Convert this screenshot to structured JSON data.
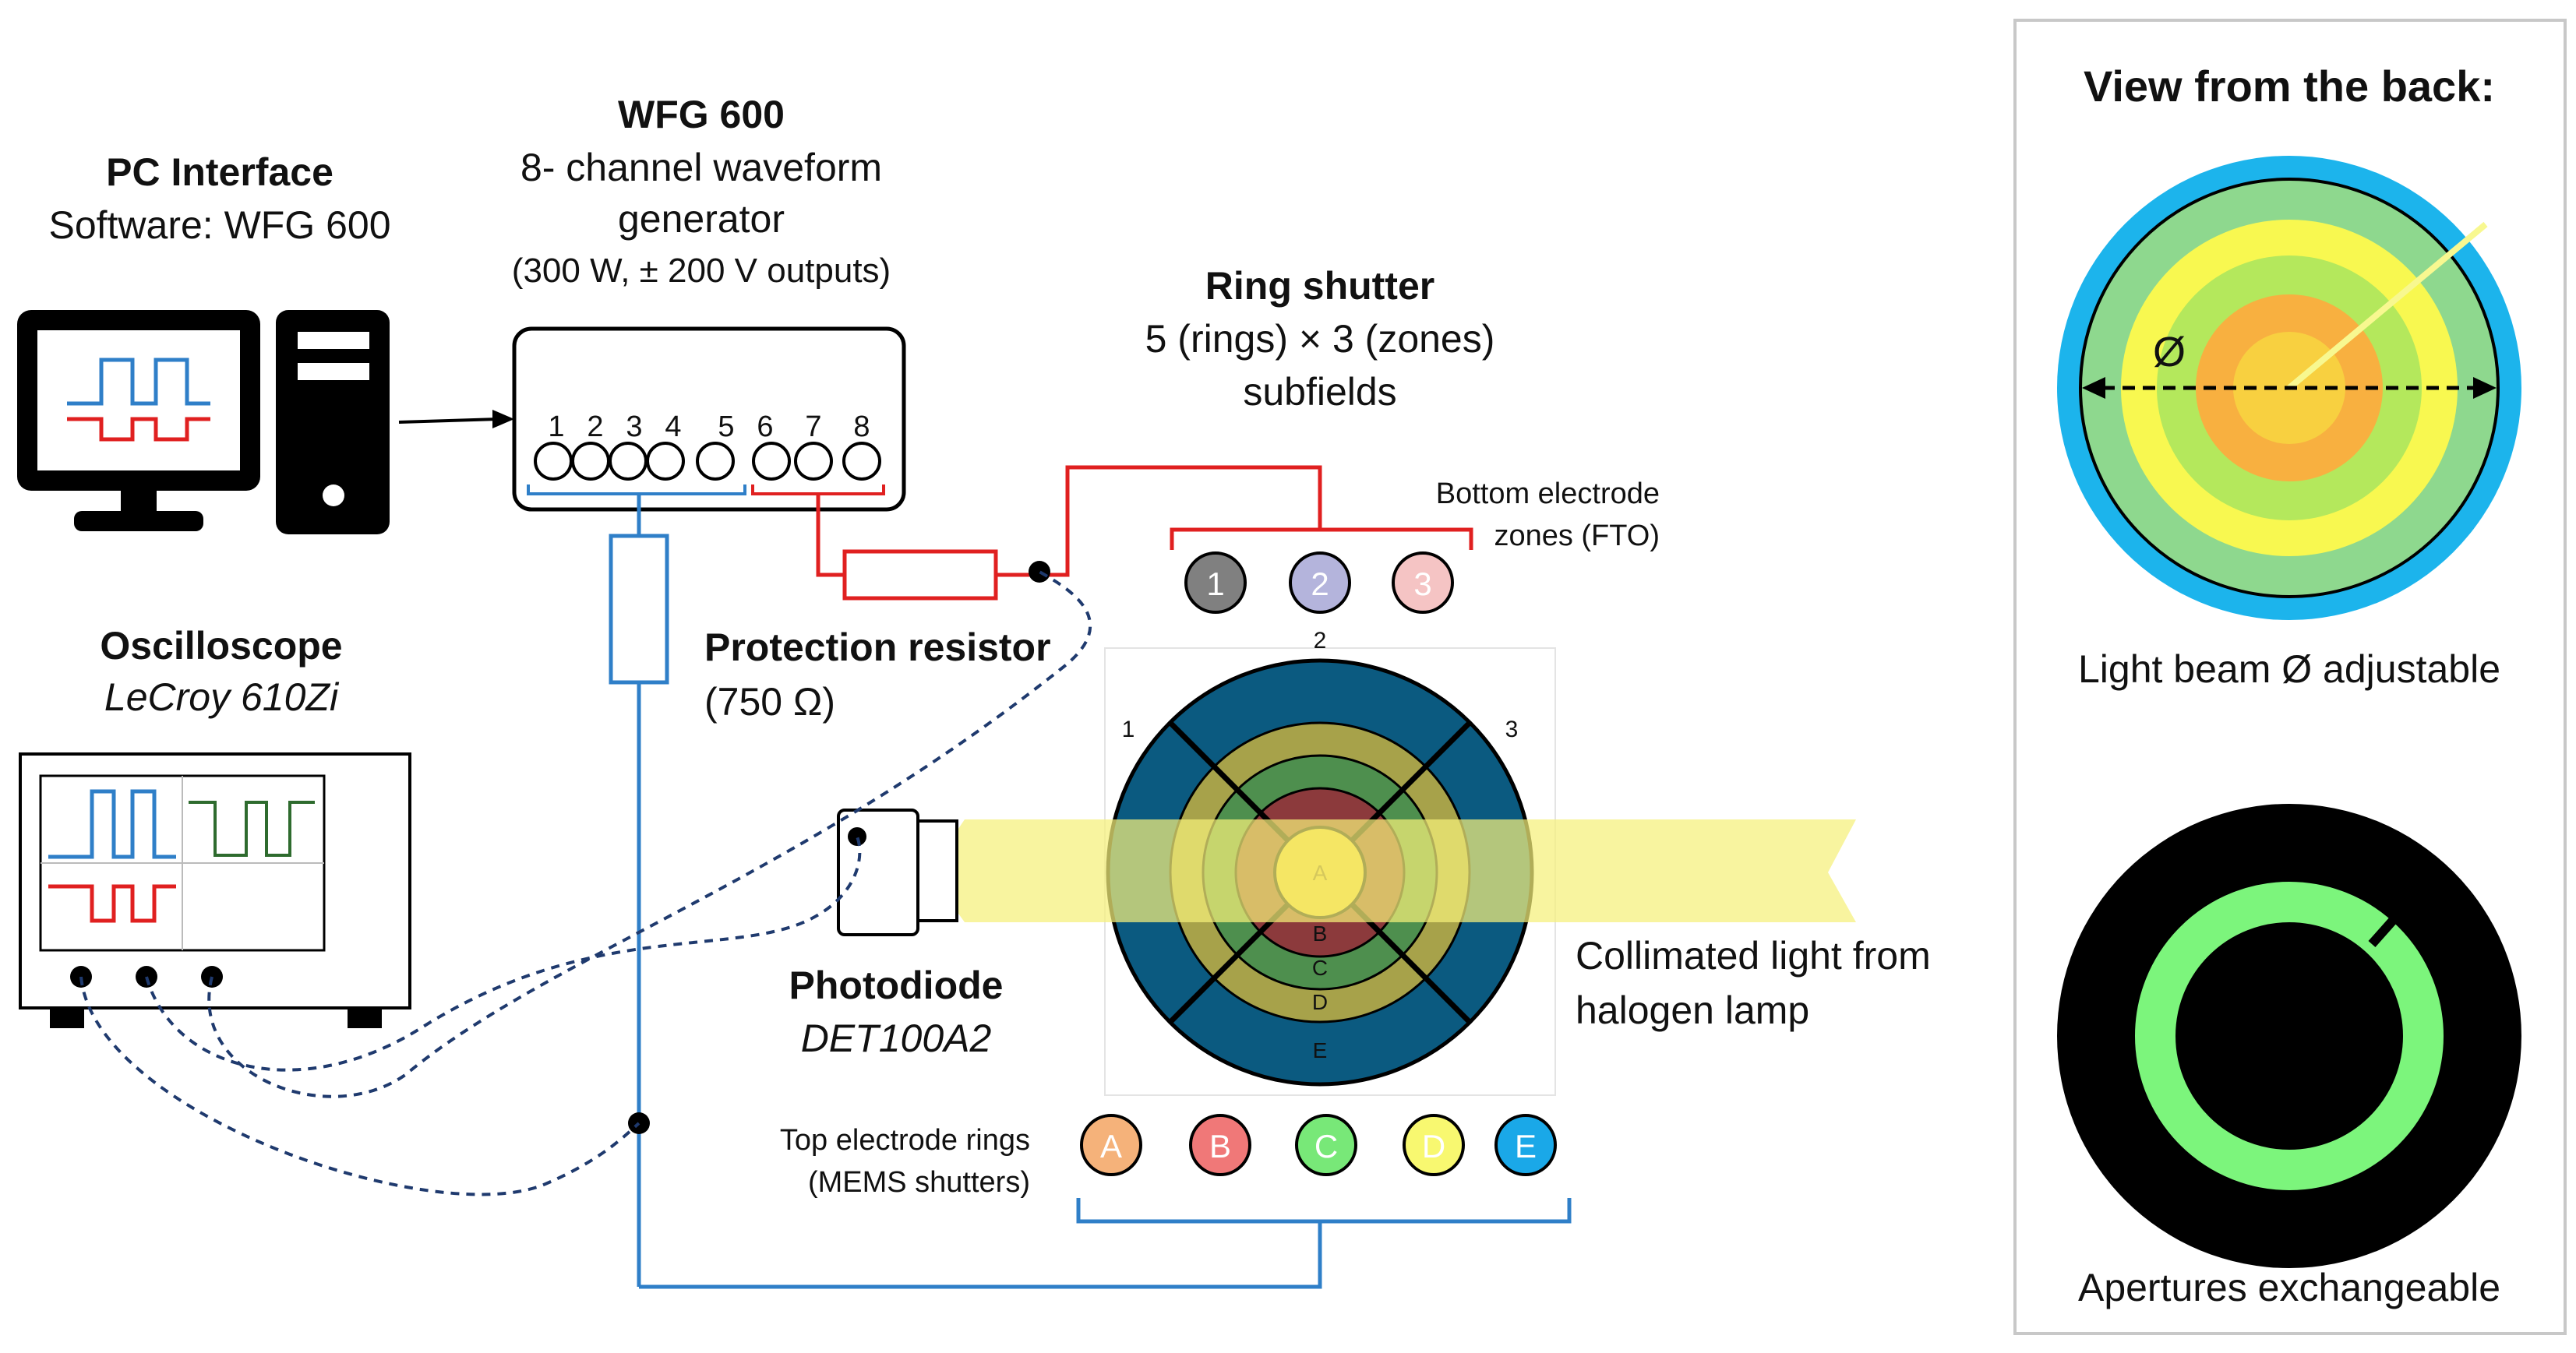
{
  "pc": {
    "title": "PC Interface",
    "subtitle": "Software: WFG 600"
  },
  "wfg": {
    "title": "WFG 600",
    "line1": "8- channel waveform",
    "line2": "generator",
    "line3": "(300 W, ± 200 V outputs)",
    "channels": [
      "1",
      "2",
      "3",
      "4",
      "5",
      "6",
      "7",
      "8"
    ]
  },
  "ring_shutter": {
    "title": "Ring shutter",
    "line1": "5 (rings) × 3 (zones)",
    "line2": "subfields"
  },
  "bottom_electrode": {
    "label_line1": "Bottom electrode",
    "label_line2": "zones (FTO)",
    "zones": [
      {
        "label": "1",
        "color": "#808080"
      },
      {
        "label": "2",
        "color": "#b4b4dc"
      },
      {
        "label": "3",
        "color": "#f5c4c4"
      }
    ]
  },
  "resistor": {
    "title": "Protection resistor",
    "value": "(750 Ω)"
  },
  "oscilloscope": {
    "title": "Oscilloscope",
    "model": "LeCroy 610Zi"
  },
  "photodiode": {
    "title": "Photodiode",
    "model": "DET100A2"
  },
  "light": {
    "line1": "Collimated light from",
    "line2": "halogen lamp",
    "color": "#f5f07a"
  },
  "shutter_diagram": {
    "zone_labels": [
      "1",
      "2",
      "3"
    ],
    "ring_labels": [
      "A",
      "B",
      "C",
      "D",
      "E"
    ]
  },
  "top_electrode": {
    "label_line1": "Top electrode rings",
    "label_line2": "(MEMS shutters)",
    "rings": [
      {
        "label": "A",
        "color": "#f5b27a"
      },
      {
        "label": "B",
        "color": "#f07878"
      },
      {
        "label": "C",
        "color": "#78e878"
      },
      {
        "label": "D",
        "color": "#f8f870"
      },
      {
        "label": "E",
        "color": "#1aa8e8"
      }
    ]
  },
  "side_panel": {
    "title": "View from the back:",
    "diameter_symbol": "Ø",
    "caption1": "Light beam Ø adjustable",
    "caption2": "Apertures exchangeable"
  },
  "colors": {
    "blue_wire": "#2f7fc8",
    "red_wire": "#e02020",
    "dashed_wire": "#1f3a6e",
    "ring_outer": "#0b5a80",
    "aperture_green": "#7cf57c",
    "back_outer": "#1cb4ec"
  }
}
